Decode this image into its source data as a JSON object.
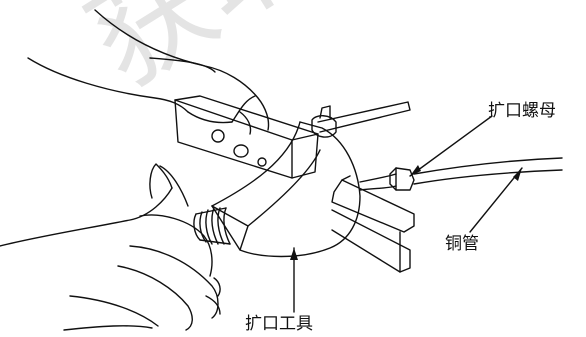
{
  "labels": {
    "flare_nut": "扩口螺母",
    "copper_pipe": "铜管",
    "flaring_tool": "扩口工具"
  },
  "watermark": "获取",
  "colors": {
    "line": "#111111",
    "watermark": "#b3b3b3",
    "background": "#ffffff"
  }
}
